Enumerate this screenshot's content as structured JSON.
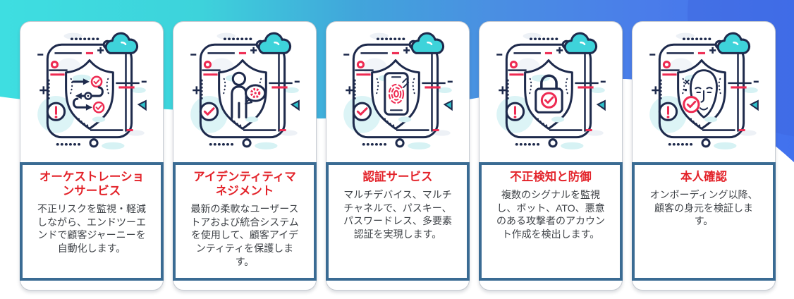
{
  "page": {
    "background": {
      "gradient_left": "#3EDEE1",
      "gradient_mid_teal": "#3DD3DB",
      "gradient_mid_blue": "#41A5DB",
      "gradient_right": "#4171EE",
      "overlay_circle_blue": "#3E66DD"
    }
  },
  "colors": {
    "title_red": "#E3232A",
    "box_border_steel_blue": "#3A6B93",
    "body_text": "#3E4247",
    "line_navy": "#1E2A4C",
    "accent_red": "#EE2B52",
    "cloud_teal": "#3ED3DA",
    "light_teal": "#D6F2F4",
    "light_gray": "#EDF1F6"
  },
  "cards": [
    {
      "id": "orchestration-service",
      "icon": "shield-workflow-icon",
      "badge": "exclamation",
      "title": "オーケストレーションサービス",
      "description": "不正リスクを監視・軽減しながら、エンドツーエンドで顧客ジャーニーを自動化します。"
    },
    {
      "id": "identity-management",
      "icon": "shield-user-gear-icon",
      "badge": "check",
      "title": "アイデンティティマネジメント",
      "description": "最新の柔軟なユーザーストアおよび統合システムを使用して、顧客アイデンティティを保護します。"
    },
    {
      "id": "authentication-service",
      "icon": "shield-fingerprint-icon",
      "badge": "check",
      "title": "認証サービス",
      "description": "マルチデバイス、マルチチャネルで、パスキー、パスワードレス、多要素認証を実現します。"
    },
    {
      "id": "fraud-detection-and-defense",
      "icon": "shield-lock-icon",
      "badge": "exclamation",
      "title": "不正検知と防御",
      "description": "複数のシグナルを監視し、ボット、ATO、悪意のある攻撃者のアカウント作成を検出します。"
    },
    {
      "id": "identity-verification",
      "icon": "shield-face-icon",
      "badge": "exclamation",
      "title": "本人確認",
      "description": "オンボーディング以降、顧客の身元を検証します。"
    }
  ]
}
